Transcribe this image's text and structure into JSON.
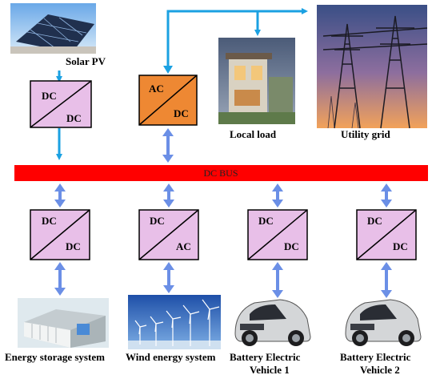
{
  "diagram": {
    "bus_label": "DC BUS",
    "colors": {
      "bus": "#ff0000",
      "converter_dcdc": "#e8bfe8",
      "converter_acdc": "#ee8833",
      "line": "#1ba1e2",
      "bi_arrow": "#6b8fe6"
    },
    "sources": {
      "solar": "Solar PV",
      "local_load": "Local load",
      "utility_grid": "Utility grid",
      "storage": "Energy storage system",
      "wind": "Wind energy system",
      "ev1_line1": "Battery Electric",
      "ev1_line2": "Vehicle 1",
      "ev2_line1": "Battery Electric",
      "ev2_line2": "Vehicle 2"
    },
    "converters": {
      "solar": {
        "top": "DC",
        "bottom": "DC"
      },
      "grid": {
        "top": "AC",
        "bottom": "DC"
      },
      "storage": {
        "top": "DC",
        "bottom": "DC"
      },
      "wind": {
        "top": "DC",
        "bottom": "AC"
      },
      "ev1": {
        "top": "DC",
        "bottom": "DC"
      },
      "ev2": {
        "top": "DC",
        "bottom": "DC"
      }
    },
    "images": {
      "solar": "solar-panel-image",
      "house": "house-image",
      "tower": "transmission-tower-image",
      "storage": "storage-container-image",
      "wind": "wind-turbine-image",
      "car": "electric-car-image"
    }
  }
}
